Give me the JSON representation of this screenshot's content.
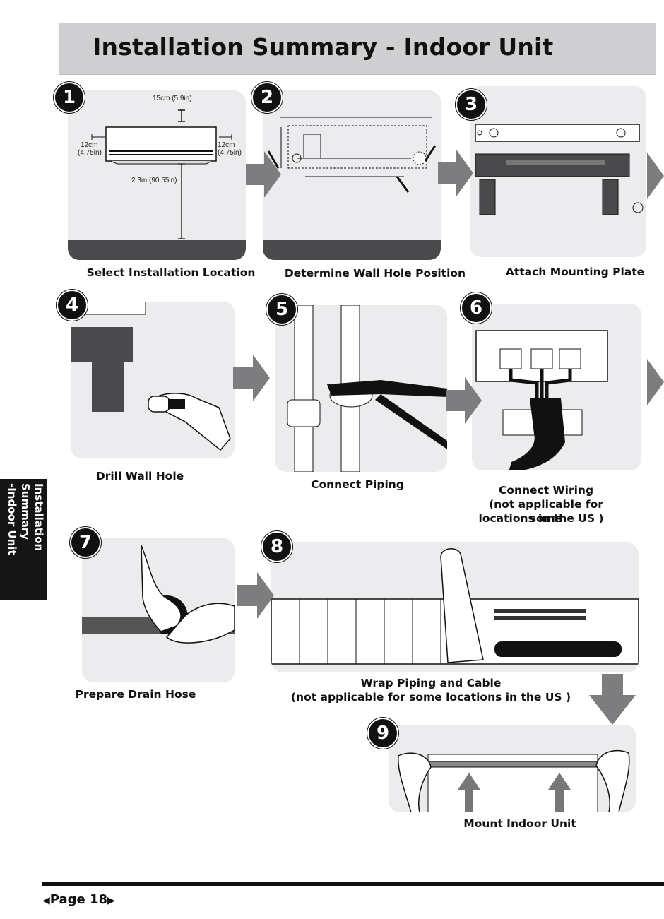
{
  "header": {
    "title": "Installation Summary - Indoor Unit"
  },
  "side_tab": {
    "line1": "Installation Summary",
    "line2": "-Indoor Unit"
  },
  "steps": [
    {
      "number": "1",
      "caption": "Select Installation Location"
    },
    {
      "number": "2",
      "caption": "Determine Wall Hole Position"
    },
    {
      "number": "3",
      "caption": "Attach Mounting Plate"
    },
    {
      "number": "4",
      "caption": "Drill Wall Hole"
    },
    {
      "number": "5",
      "caption": "Connect Piping"
    },
    {
      "number": "6",
      "caption": "Connect Wiring",
      "caption_note": "(not applicable for some",
      "caption_note2": "locations in the US )"
    },
    {
      "number": "7",
      "caption": "Prepare Drain Hose"
    },
    {
      "number": "8",
      "caption": "Wrap Piping and Cable",
      "caption_note": "(not applicable for some locations in the US )"
    },
    {
      "number": "9",
      "caption": "Mount Indoor Unit"
    }
  ],
  "dimensions": {
    "top": "15cm (5.9in)",
    "left_a": "12cm",
    "left_b": "(4.75in)",
    "right_a": "12cm",
    "right_b": "(4.75in)",
    "floor": "2.3m (90.55in)"
  },
  "footer": {
    "page_label": "Page 18",
    "prev_icon": "triangle-left-icon",
    "next_icon": "triangle-right-icon"
  },
  "colors": {
    "panel": "#ececee",
    "title_bar": "#cfcfd1",
    "arrow": "#7d7d80",
    "dark": "#111111"
  }
}
